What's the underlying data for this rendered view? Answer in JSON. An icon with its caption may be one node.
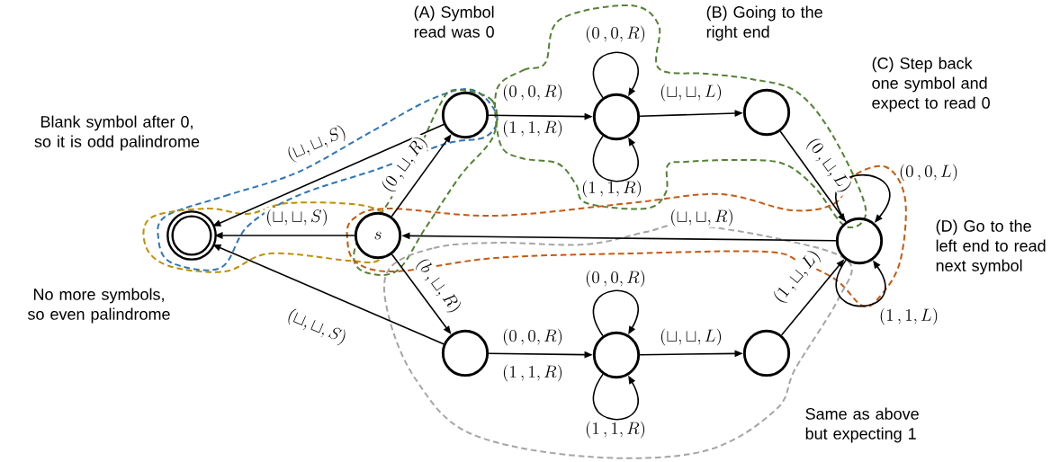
{
  "diagram": {
    "nodes": [
      {
        "text": [],
        "shape": "double-circle"
      },
      {
        "text": [
          "s"
        ]
      },
      {
        "text": [],
        "shape": "circle"
      },
      {
        "text": [],
        "shape": "circle"
      },
      {
        "text": [],
        "shape": "circle"
      },
      {
        "text": [],
        "shape": "circle"
      },
      {
        "text": [],
        "shape": "circle"
      },
      {
        "text": [],
        "shape": "circle"
      },
      {
        "text": [],
        "shape": "circle"
      }
    ],
    "edges": [
      {
        "from": 1,
        "to": 2,
        "arrow": "to",
        "label": "(0\\,,\\sqcup,R)"
      },
      {
        "from": 2,
        "to": 0,
        "arrow": "to",
        "label": "(\\sqcup,\\sqcup,S)"
      },
      {
        "from": 2,
        "to": 3,
        "arrow": "to",
        "label": "(0\\,,0,R)"
      },
      {
        "from": 3,
        "to": 3,
        "arrow": "to",
        "label": "(0\\,,0,R)"
      },
      {
        "from": 3,
        "to": 3,
        "arrow": "to",
        "label": "(1\\,,1,R)"
      },
      {
        "from": 3,
        "to": 4,
        "arrow": "to",
        "label": "(\\sqcup,\\sqcup,L)"
      },
      {
        "from": 4,
        "to": 5,
        "arrow": "to",
        "label": "(0\\,,\\sqcup,L)"
      },
      {
        "from": 5,
        "to": 5,
        "arrow": "to",
        "label": "(0\\,,0,L)"
      },
      {
        "from": 5,
        "to": 5,
        "arrow": "to",
        "label": "(1\\,,1,L)"
      },
      {
        "from": 5,
        "to": 1,
        "arrow": "to",
        "label": "(\\sqcup,\\sqcup,R)"
      },
      {
        "from": 1,
        "to": 0,
        "arrow": "to",
        "label": "(\\sqcup,\\sqcup,S)"
      },
      {
        "from": 1,
        "to": 6,
        "arrow": "to",
        "label": "(b\\,,\\sqcup,R)"
      },
      {
        "from": 6,
        "to": 0,
        "arrow": "to",
        "label": "(\\sqcup,\\sqcup,S)"
      },
      {
        "from": 6,
        "to": 7,
        "arrow": "to",
        "label": "(0\\,,0,R)"
      },
      {
        "from": 7,
        "to": 7,
        "arrow": "to",
        "label": "(0\\,,0,R)"
      },
      {
        "from": 7,
        "to": 7,
        "arrow": "to",
        "label": "(1\\,,1,R)"
      },
      {
        "from": 7,
        "to": 8,
        "arrow": "to",
        "label": "(\\sqcup,\\sqcup,L)"
      },
      {
        "from": 8,
        "to": 5,
        "arrow": "to",
        "label": "(1\\,,\\sqcup,L)"
      }
    ],
    "labels": [
      "(A) Symbol read was 0",
      "(B) Going to the right end",
      "(C) Step back one symbol and expect to read 0",
      "Blank symbol after 0, so it is odd palindrome",
      "(1\\,,1,R)",
      "(D) Go to the left end to read next symbol",
      "No more symbols, so even palindrome",
      "(1\\,,1,R)",
      "Same as above but expecting 1"
    ]
  }
}
